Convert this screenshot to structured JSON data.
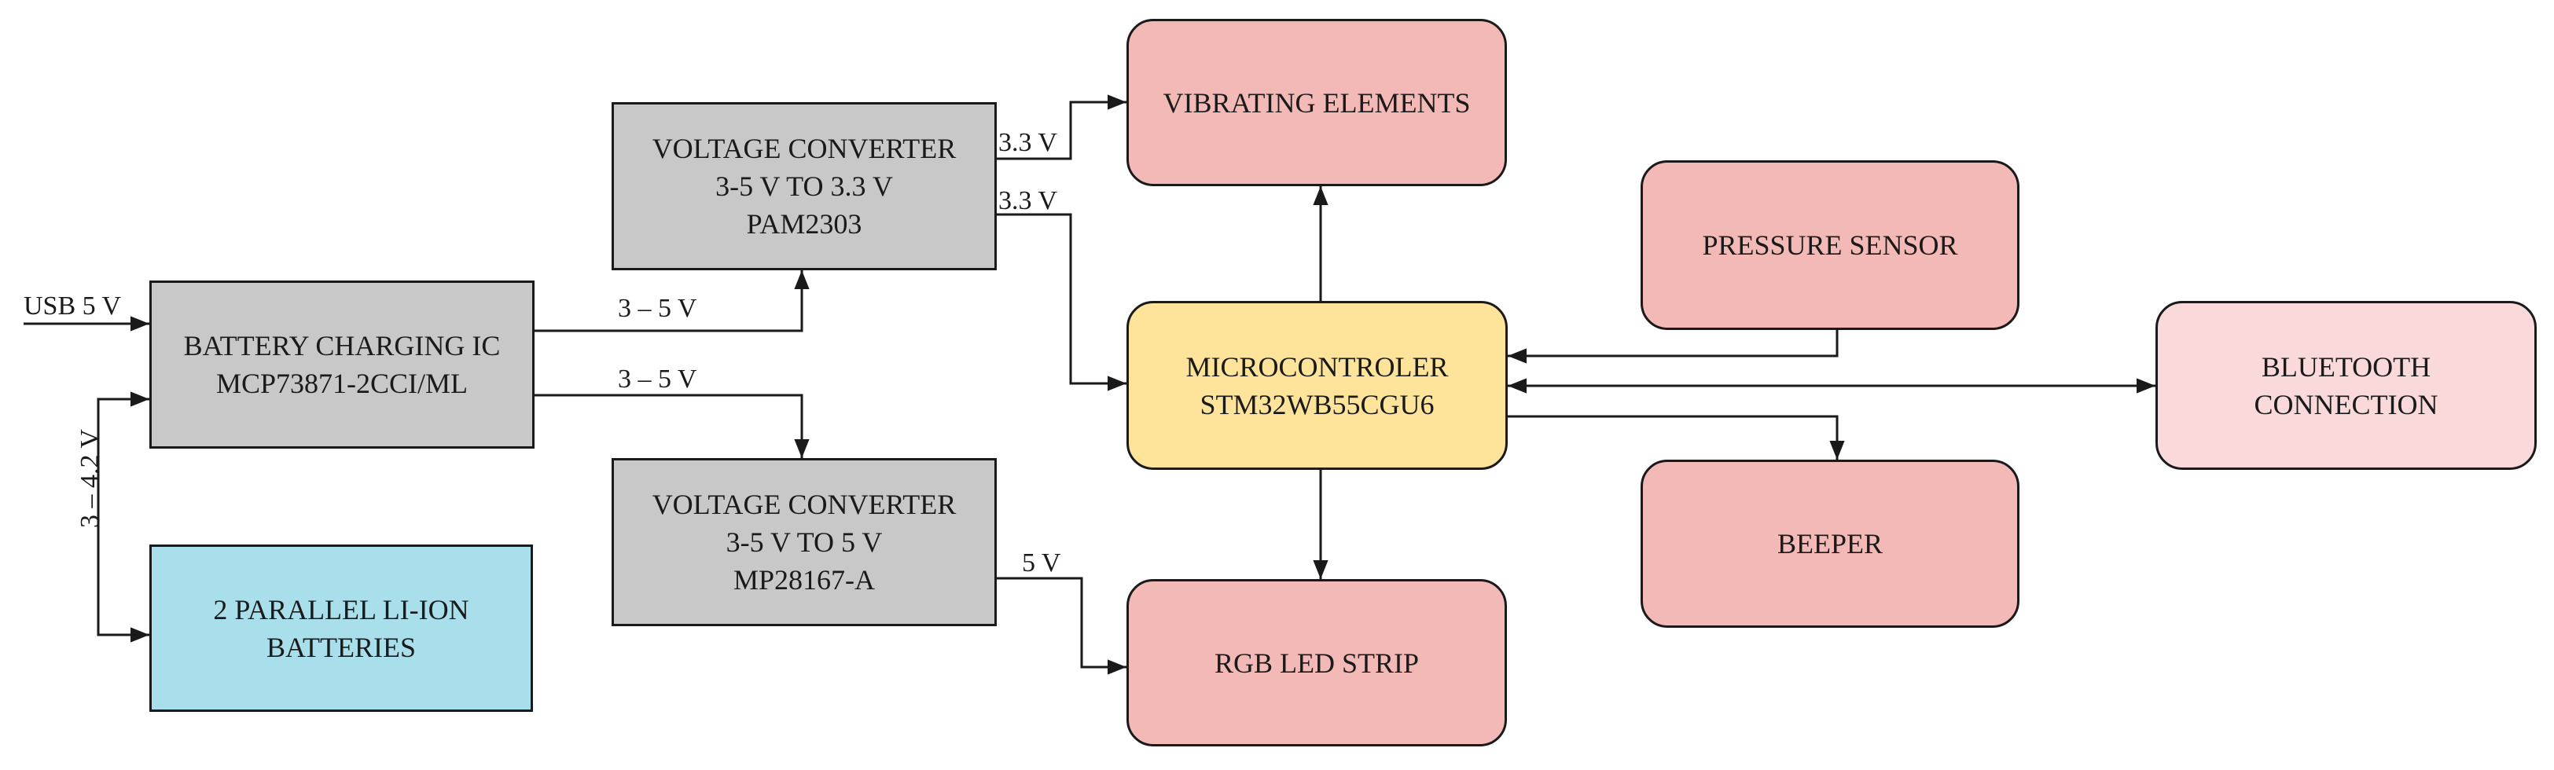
{
  "colors": {
    "gray": "#c8c8c8",
    "cyan": "#a8dfea",
    "yellow": "#fde49a",
    "pink": "#f2b9b6",
    "light_pink": "#f9d9d9",
    "line": "#1a1a1a"
  },
  "blocks": {
    "charging_ic": {
      "line1": "BATTERY CHARGING IC",
      "line2": "MCP73871-2CCI/ML"
    },
    "batteries": {
      "line1": "2 PARALLEL LI-ION",
      "line2": "BATTERIES"
    },
    "converter_33": {
      "line1": "VOLTAGE CONVERTER",
      "line2": "3-5 V TO 3.3 V",
      "line3": "PAM2303"
    },
    "converter_5": {
      "line1": "VOLTAGE CONVERTER",
      "line2": "3-5 V TO 5 V",
      "line3": "MP28167-A"
    },
    "vibrating": {
      "line1": "VIBRATING ELEMENTS"
    },
    "mcu": {
      "line1": "MICROCONTROLER",
      "line2": "STM32WB55CGU6"
    },
    "rgb": {
      "line1": "RGB LED STRIP"
    },
    "pressure": {
      "line1": "PRESSURE SENSOR"
    },
    "beeper": {
      "line1": "BEEPER"
    },
    "bluetooth": {
      "line1": "BLUETOOTH",
      "line2": "CONNECTION"
    }
  },
  "labels": {
    "usb": "USB 5 V",
    "batt_voltage": "3 – 4.2 V",
    "ic_to_conv33": "3 – 5 V",
    "ic_to_conv5": "3 – 5 V",
    "conv33_to_vib": "3.3 V",
    "conv33_to_mcu": "3.3 V",
    "conv5_to_rgb": "5 V"
  }
}
